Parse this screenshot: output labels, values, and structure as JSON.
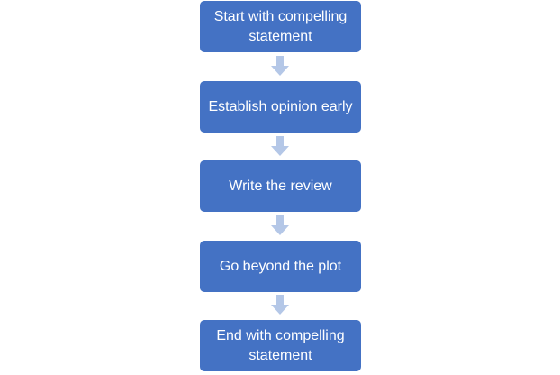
{
  "diagram": {
    "steps": [
      "Start with compelling statement",
      "Establish opinion early",
      "Write the review",
      "Go beyond the plot",
      "End with compelling statement"
    ],
    "colors": {
      "box_fill": "#4472c4",
      "box_text": "#ffffff",
      "arrow_fill": "#b4c7e7",
      "background": "#ffffff"
    }
  }
}
